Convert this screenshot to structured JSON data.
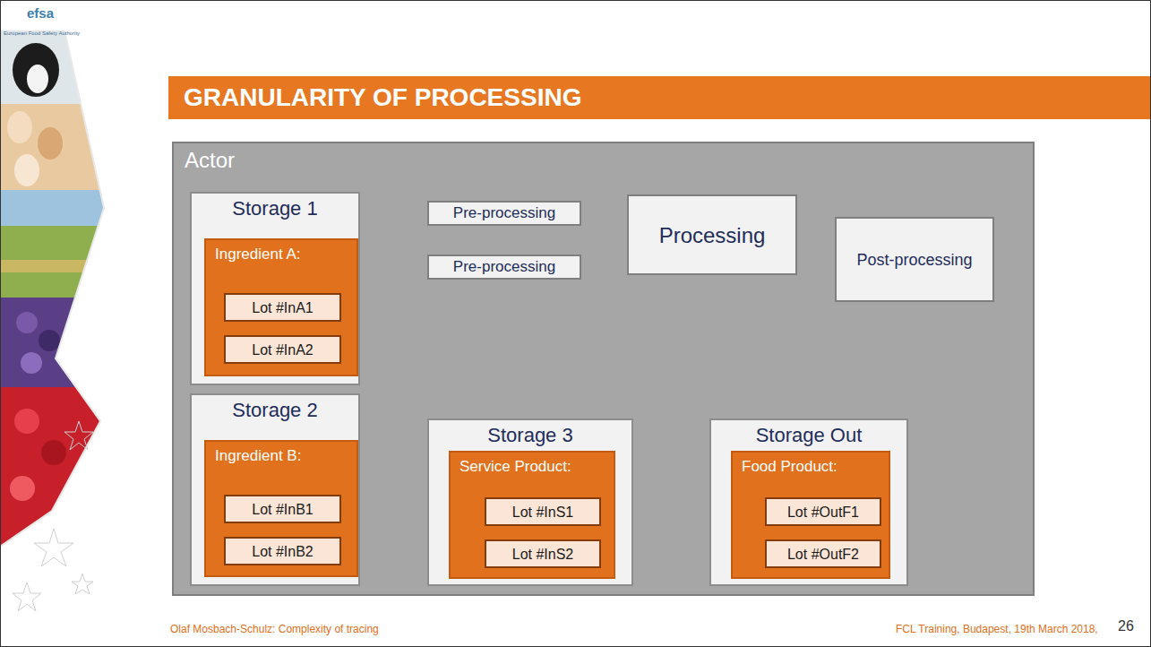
{
  "diagram": {
    "title": "GRANULARITY OF PROCESSING",
    "nodes": [
      {
        "text": [
          "Actor"
        ]
      },
      {
        "text": [
          "Storage 1"
        ],
        "in": 0
      },
      {
        "text": [
          "Ingredient A:"
        ],
        "in": 1
      },
      {
        "text": [
          "Lot #InA1"
        ],
        "in": 2
      },
      {
        "text": [
          "Lot #InA2"
        ],
        "in": 2
      },
      {
        "text": [
          "Pre-processing"
        ],
        "in": 0
      },
      {
        "text": [
          "Pre-processing"
        ],
        "in": 0
      },
      {
        "text": [
          "Processing"
        ],
        "in": 0
      },
      {
        "text": [
          "Post-processing"
        ],
        "in": 0
      },
      {
        "text": [
          "Storage 2"
        ],
        "in": 0
      },
      {
        "text": [
          "Ingredient B:"
        ],
        "in": 9
      },
      {
        "text": [
          "Lot #InB1"
        ],
        "in": 10
      },
      {
        "text": [
          "Lot #InB2"
        ],
        "in": 10
      },
      {
        "text": [
          "Storage 3"
        ],
        "in": 0
      },
      {
        "text": [
          "Service Product:"
        ],
        "in": 13
      },
      {
        "text": [
          "Lot #InS1"
        ],
        "in": 14
      },
      {
        "text": [
          "Lot #InS2"
        ],
        "in": 14
      },
      {
        "text": [
          "Storage Out"
        ],
        "in": 0
      },
      {
        "text": [
          "Food Product:"
        ],
        "in": 17
      },
      {
        "text": [
          "Lot #OutF1"
        ],
        "in": 18
      },
      {
        "text": [
          "Lot #OutF2"
        ],
        "in": 18
      }
    ],
    "edges": [
      {
        "from": 3,
        "to": 5,
        "arrow": "to"
      },
      {
        "from": 11,
        "to": 6,
        "arrow": "to"
      },
      {
        "from": 12,
        "to": 6,
        "arrow": "to"
      },
      {
        "from": 5,
        "to": 7,
        "arrow": "to"
      },
      {
        "from": 6,
        "to": 7,
        "arrow": "to"
      },
      {
        "from": 7,
        "to": 8,
        "arrow": "to"
      },
      {
        "from": 15,
        "to": 8,
        "arrow": "to"
      },
      {
        "from": 8,
        "to": 19,
        "arrow": "to"
      }
    ],
    "labels": [
      "efsa",
      "European Food Safety Authority",
      "Olaf Mosbach-Schulz: Complexity of tracing",
      "FCL Training, Budapest, 19th March 2018,",
      "26"
    ]
  }
}
